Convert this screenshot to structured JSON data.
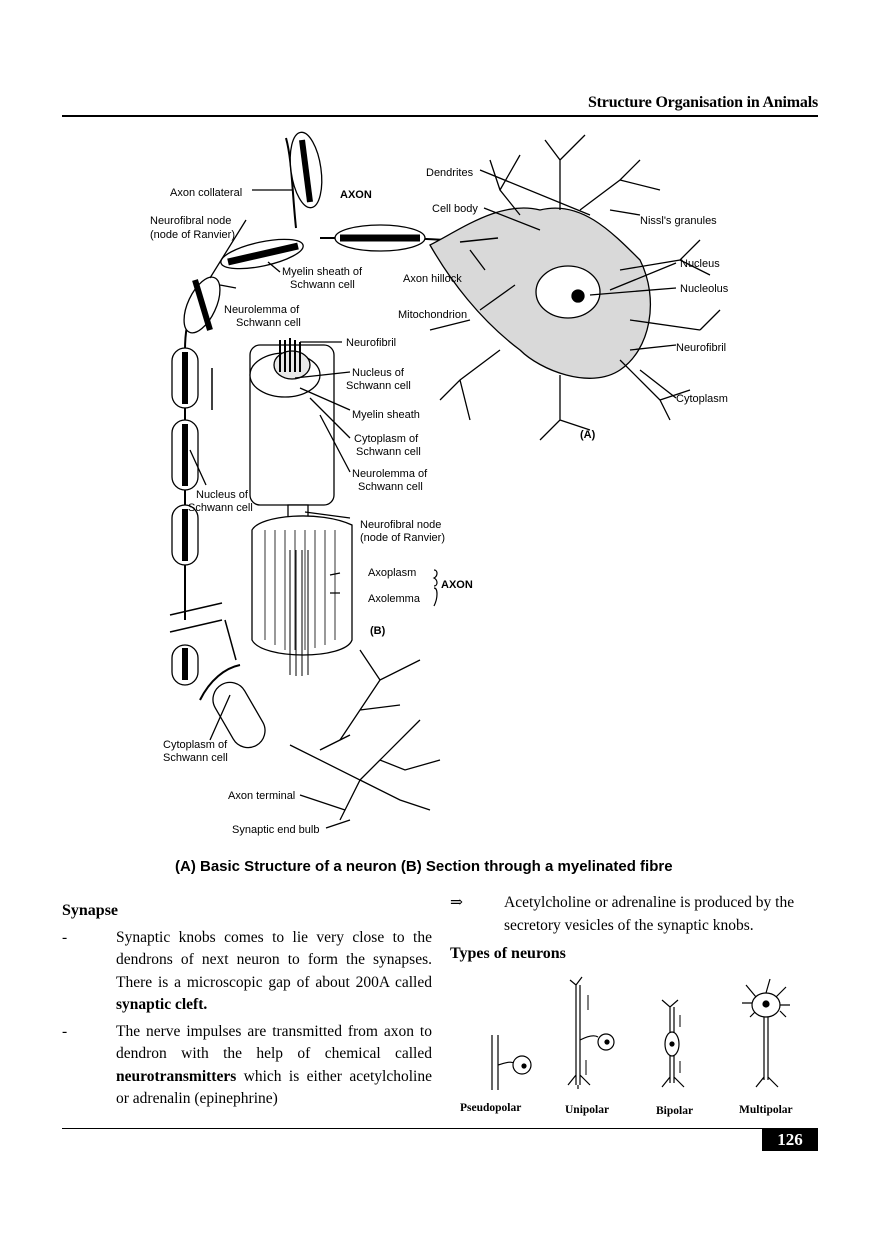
{
  "header": {
    "title": "Structure Organisation in Animals"
  },
  "figure": {
    "labels": {
      "axon_collateral": "Axon collateral",
      "axon_top": "AXON",
      "node_1": "Neurofibral node",
      "node_2": "(node of Ranvier)",
      "myelin_1": "Myelin sheath of",
      "myelin_2": "Schwann cell",
      "neurolemma_1": "Neurolemma of",
      "neurolemma_2": "Schwann cell",
      "dendrites": "Dendrites",
      "cell_body": "Cell body",
      "nissl": "Nissl's  granules",
      "axon_hillock": "Axon hillock",
      "nucleus": "Nucleus",
      "nucleolus": "Nucleolus",
      "mitochondrion": "Mitochondrion",
      "neurofibril_right": "Neurofibril",
      "cytoplasm": "Cytoplasm",
      "label_a": "(A)",
      "neurofibril_b": "Neurofibril",
      "nucleus_schwann_1": "Nucleus of",
      "nucleus_schwann_2": "Schwann cell",
      "myelin_sheath_b": "Myelin sheath",
      "cyto_schwann_1": "Cytoplasm of",
      "cyto_schwann_2": "Schwann cell",
      "neurolemma_b1": "Neurolemma of",
      "neurolemma_b2": "Schwann cell",
      "nucleus_left_1": "Nucleus of",
      "nucleus_left_2": "Schwann cell",
      "node_b1": "Neurofibral node",
      "node_b2": "(node of Ranvier)",
      "axoplasm": "Axoplasm",
      "axolemma": "Axolemma",
      "axon_b": "AXON",
      "label_b": "(B)",
      "cyto_bottom_1": "Cytoplasm of",
      "cyto_bottom_2": "Schwann cell",
      "axon_terminal": "Axon terminal",
      "synaptic_end_bulb": "Synaptic end bulb"
    },
    "caption": "(A) Basic Structure of a neuron  (B) Section through a myelinated fibre"
  },
  "synapse": {
    "heading": "Synapse",
    "bullet_mark": "-",
    "b1_text": "Synaptic knobs comes to lie very close to the dendrons of next neuron to form the synapses. There is a microscopic gap of about 200A called ",
    "b1_bold": "synaptic cleft.",
    "b2_pre": "The nerve impulses are transmitted from axon to dendron with the help of chemical called ",
    "b2_bold": "neurotransmitters",
    "b2_post": " which is either acetylcholine or adrenalin (epinephrine)"
  },
  "right": {
    "arrow_mark": "⇒",
    "arrow_text": "Acetylcholine or adrenaline is produced by the secretory vesicles of the synaptic knobs.",
    "types_heading": "Types of neurons",
    "types": [
      "Pseudopolar",
      "Unipolar",
      "Bipolar",
      "Multipolar"
    ]
  },
  "footer": {
    "page_number": "126"
  }
}
